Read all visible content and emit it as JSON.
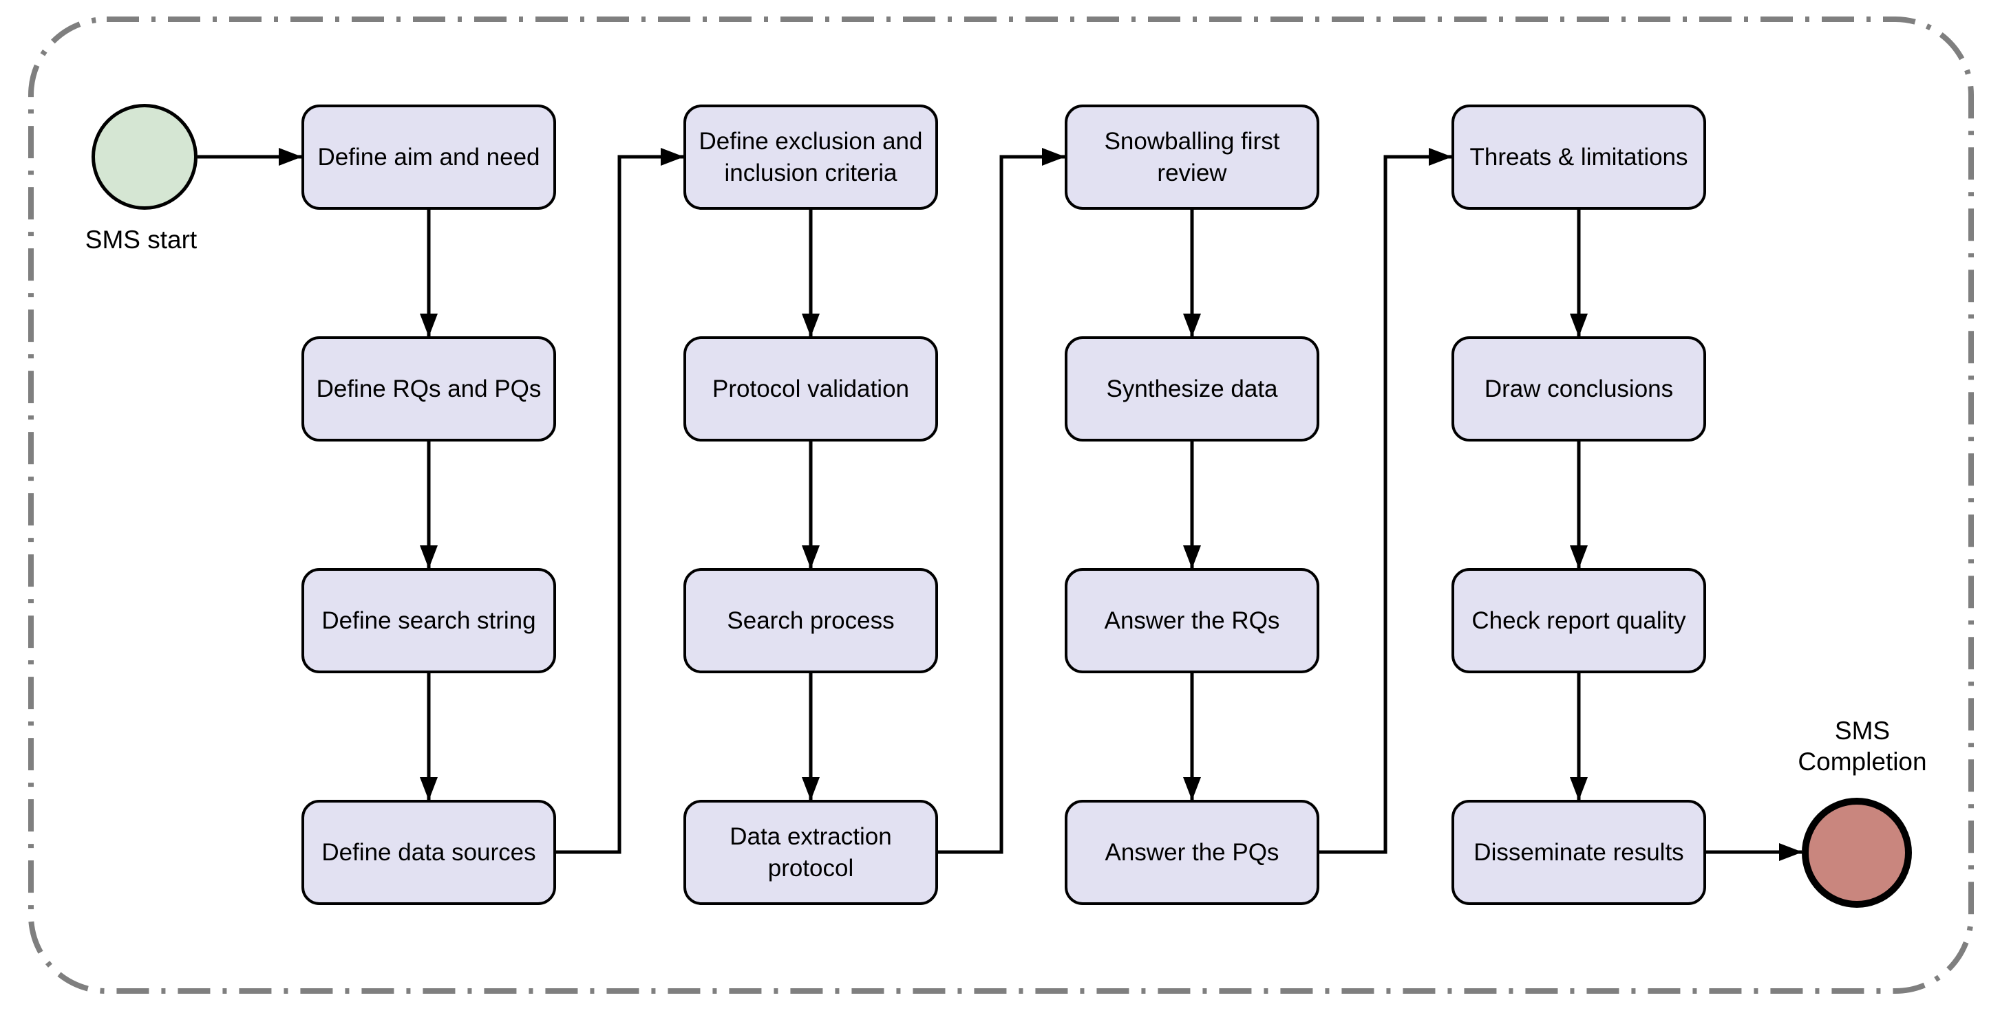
{
  "flow": {
    "start_label": "SMS start",
    "end_label": "SMS\nCompletion",
    "columns": [
      {
        "steps": [
          "Define aim and need",
          "Define RQs and PQs",
          "Define search string",
          "Define data sources"
        ]
      },
      {
        "steps": [
          "Define exclusion and inclusion criteria",
          "Protocol validation",
          "Search process",
          "Data extraction protocol"
        ]
      },
      {
        "steps": [
          "Snowballing first review",
          "Synthesize data",
          "Answer the RQs",
          "Answer the PQs"
        ]
      },
      {
        "steps": [
          "Threats & limitations",
          "Draw conclusions",
          "Check report quality",
          "Disseminate results"
        ]
      }
    ]
  },
  "colors": {
    "box_fill": "#E2E1F2",
    "box_border": "#000000",
    "start_fill": "#D5E6D3",
    "end_fill": "#C9867E",
    "frame": "#7F7F7F",
    "line": "#000000",
    "text": "#000000",
    "bg": "#FFFFFF"
  }
}
